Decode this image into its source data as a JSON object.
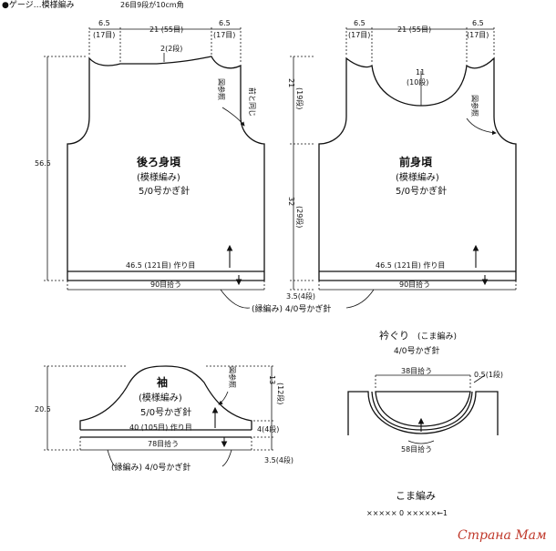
{
  "header": {
    "gauge_label": "●ゲージ…模様編み",
    "gauge_value": "26目9段が10cm角"
  },
  "back": {
    "title": "後ろ身頃",
    "pattern": "(模様編み)",
    "hook": "5/0号かぎ針",
    "top_left_w": "6.5",
    "top_left_st": "(17目)",
    "top_mid_w": "21 (55目)",
    "top_right_w": "6.5",
    "top_right_st": "(17目)",
    "neck_depth": "2(2段)",
    "ref_diagram": "図参照",
    "same_as_front": "前と同じ",
    "height_total": "56.5",
    "foundation": "46.5 (121目) 作り目",
    "pickup": "90目拾う"
  },
  "front": {
    "title": "前身頃",
    "pattern": "(模様編み)",
    "hook": "5/0号かぎ針",
    "top_left_w": "6.5",
    "top_left_st": "(17目)",
    "top_mid_w": "21 (55目)",
    "top_right_w": "6.5",
    "top_right_st": "(17目)",
    "neck_depth": "11",
    "neck_rows": "(10段)",
    "ref_diagram": "図参照",
    "armhole": "21",
    "armhole_rows": "(19段)",
    "body": "32",
    "body_rows": "(29段)",
    "foundation": "46.5 (121目) 作り目",
    "pickup": "90目拾う"
  },
  "edging": {
    "height": "3.5(4段)",
    "label": "(縁編み) 4/0号かぎ針"
  },
  "sleeve": {
    "title": "袖",
    "pattern": "(模様編み)",
    "hook": "5/0号かぎ針",
    "ref_diagram": "図参照",
    "height_total": "20.5",
    "cap": "13",
    "cap_rows": "(12段)",
    "side": "4(4段)",
    "edge": "3.5(4段)",
    "foundation": "40 (105目) 作り目",
    "pickup": "78目拾う",
    "edging_label": "(縁編み) 4/0号かぎ針"
  },
  "collar": {
    "title": "衿ぐり",
    "subtitle": "(こま編み)",
    "hook": "4/0号かぎ針",
    "top_pickup": "38目拾う",
    "depth": "0.5(1段)",
    "bottom_pickup": "58目拾う"
  },
  "stitch_key": {
    "title": "こま編み",
    "chart": "××××× 0 ×××××←1"
  },
  "watermark": "Страна Мам"
}
